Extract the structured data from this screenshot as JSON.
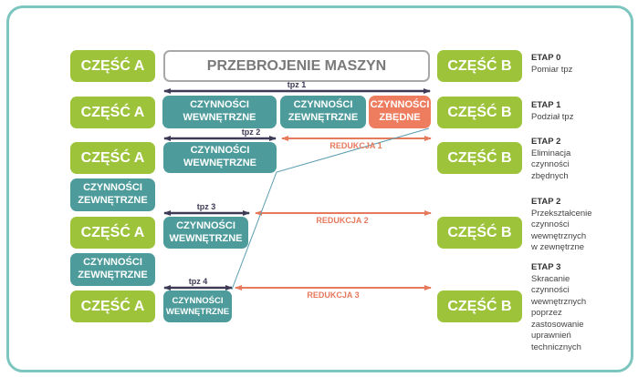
{
  "title": "PRZEBROJENIE MASZYN",
  "part_a": "CZĘŚĆ A",
  "part_b": "CZĘŚĆ B",
  "activities": {
    "internal": "CZYNNOŚCI\nWEWNĘTRZNE",
    "external": "CZYNNOŚCI\nZEWNĘTRZNE",
    "unnecessary": "CZYNNOŚCI\nZBĘDNE"
  },
  "time_labels": [
    "tpz 1",
    "tpz 2",
    "tpz 3",
    "tpz 4"
  ],
  "reductions": [
    "REDUKCJA 1",
    "REDUKCJA 2",
    "REDUKCJA 3"
  ],
  "stages": [
    {
      "name": "ETAP 0",
      "description": "Pomiar tpz"
    },
    {
      "name": "ETAP 1",
      "description": "Podział tpz"
    },
    {
      "name": "ETAP 2",
      "description": "Eliminacja czynności zbędnych"
    },
    {
      "name": "ETAP 2",
      "description": "Przekształcenie czynności wewnętrznych w zewnętrzne"
    },
    {
      "name": "ETAP 3",
      "description": "Skracanie czynności wewnętrznych poprzez zastosowanie uprawnień technicznych"
    }
  ],
  "colors": {
    "part": "#9dc33b",
    "activity": "#4d9b9b",
    "unnecessary": "#ee7c5f",
    "time_arrow": "#3d3a55",
    "reduction_arrow": "#e7795d",
    "frame": "#7cc6bf"
  }
}
